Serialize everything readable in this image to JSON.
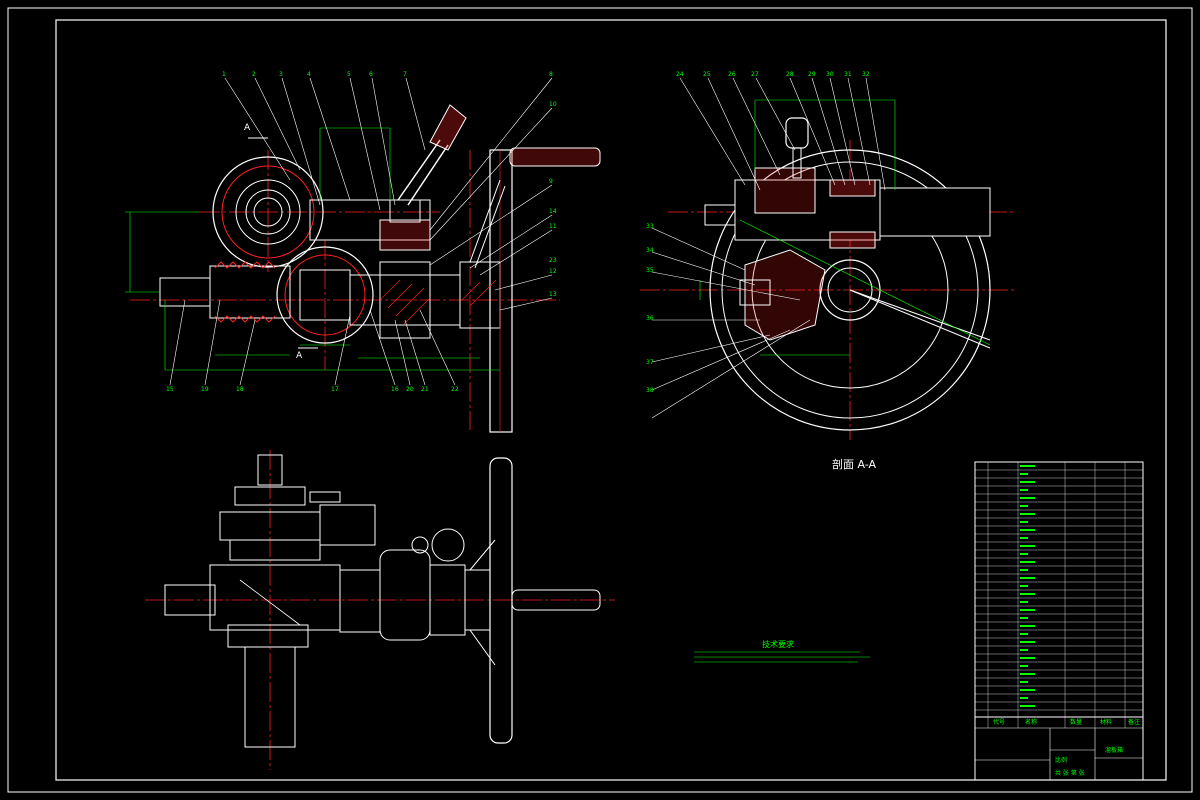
{
  "section_label": "剖面 A-A",
  "section_mark": "A",
  "tech_req_title": "技术要求",
  "title_block": {
    "headers": [
      "代号",
      "名称",
      "数量",
      "材料",
      "备注"
    ],
    "drawing_name": "溜板箱",
    "scale_label": "比例",
    "sheet_label": "共 张 第 张"
  },
  "colors": {
    "outline": "#ffffff",
    "centerline": "#ff2020",
    "hidden": "#ff2020",
    "dimension": "#00ff00",
    "hatch": "#ff2020",
    "text": "#00ff00"
  },
  "balloons_top_left": [
    "1",
    "2",
    "3",
    "4",
    "5",
    "6",
    "7",
    "8",
    "10",
    "9",
    "14",
    "11",
    "12",
    "13",
    "15",
    "19",
    "18",
    "17",
    "16",
    "20",
    "21",
    "22",
    "23"
  ],
  "balloons_top_right": [
    "24",
    "25",
    "26",
    "27",
    "28",
    "29",
    "30",
    "31",
    "32",
    "33",
    "34",
    "35",
    "36",
    "37",
    "38"
  ]
}
